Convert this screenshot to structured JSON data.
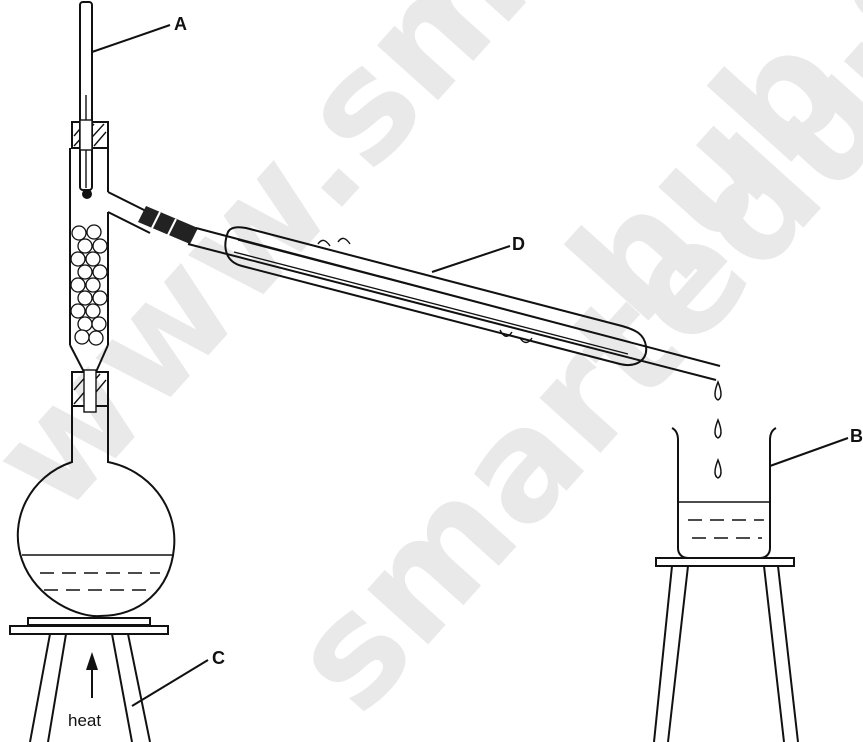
{
  "watermark": {
    "line1": "www.smarte",
    "line2": "smartedu",
    "line3": "hub.co",
    "color": "#e9e9e9"
  },
  "labels": {
    "a": "A",
    "b": "B",
    "c": "C",
    "d": "D",
    "heat": "heat"
  }
}
